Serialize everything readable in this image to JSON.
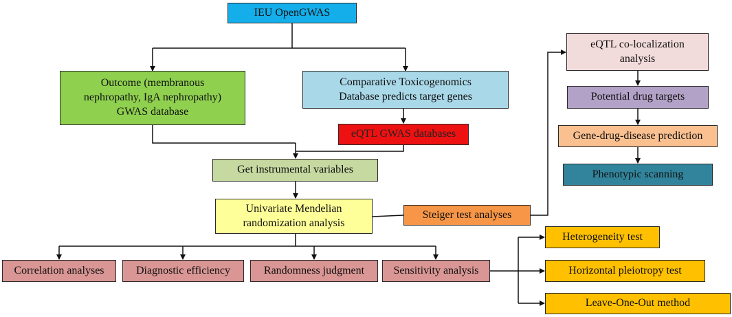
{
  "nodes": {
    "ieu": {
      "text": "IEU OpenGWAS",
      "color": "#14aeea"
    },
    "outcome": {
      "text": "Outcome (membranous\nnephropathy, IgA nephropathy)\nGWAS database",
      "color": "#8fd14f"
    },
    "ctd": {
      "text": "Comparative Toxicogenomics\nDatabase predicts target genes",
      "color": "#a9d8e8"
    },
    "eqtl_db": {
      "text": "eQTL GWAS databases",
      "color": "#ee1111"
    },
    "instrumental": {
      "text": "Get instrumental variables",
      "color": "#c6d9a0"
    },
    "univariate": {
      "text": "Univariate Mendelian\nrandomization analysis",
      "color": "#ffff99"
    },
    "steiger": {
      "text": "Steiger test analyses",
      "color": "#f79646"
    },
    "coloc": {
      "text": "eQTL co-localization\nanalysis",
      "color": "#f2dcdb"
    },
    "drug_targets": {
      "text": "Potential drug targets",
      "color": "#b3a2c7"
    },
    "gdd": {
      "text": "Gene-drug-disease prediction",
      "color": "#fac090"
    },
    "phenotypic": {
      "text": "Phenotypic scanning",
      "color": "#31849b"
    },
    "correlation": {
      "text": "Correlation analyses",
      "color": "#d99694"
    },
    "diagnostic": {
      "text": "Diagnostic efficiency",
      "color": "#d99694"
    },
    "randomness": {
      "text": "Randomness judgment",
      "color": "#d99694"
    },
    "sensitivity": {
      "text": "Sensitivity analysis",
      "color": "#d99694"
    },
    "heterogeneity": {
      "text": "Heterogeneity test",
      "color": "#ffc000"
    },
    "pleiotropy": {
      "text": "Horizontal pleiotropy test",
      "color": "#ffc000"
    },
    "loo": {
      "text": "Leave-One-Out method",
      "color": "#ffc000"
    }
  }
}
